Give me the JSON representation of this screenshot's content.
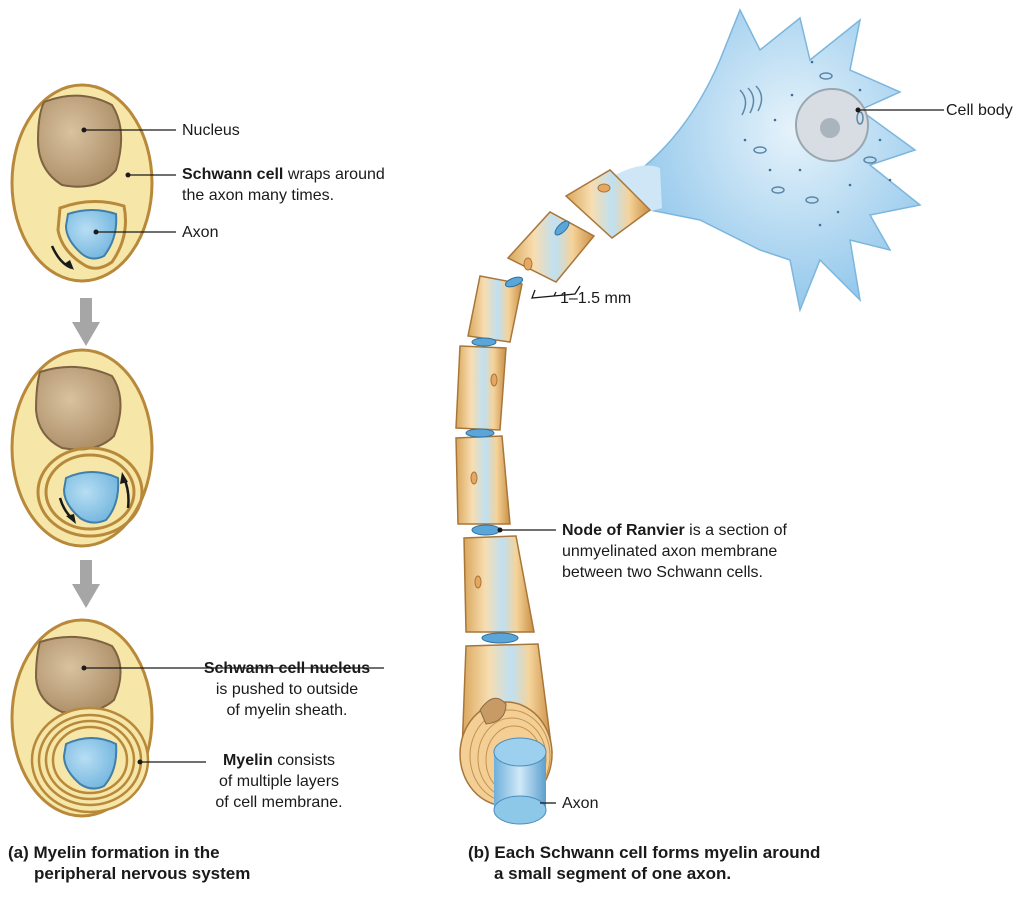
{
  "panel_a": {
    "labels": {
      "nucleus": "Nucleus",
      "schwann_bold": "Schwann cell",
      "schwann_rest_1": " wraps around",
      "schwann_rest_2": "the axon many times.",
      "axon": "Axon",
      "snucleus_bold": "Schwann cell nucleus",
      "snucleus_rest_1": "is pushed to outside",
      "snucleus_rest_2": "of myelin sheath.",
      "myelin_bold": "Myelin",
      "myelin_rest_1": " consists",
      "myelin_rest_2": "of multiple layers",
      "myelin_rest_3": "of cell membrane."
    },
    "caption_line1": "(a) Myelin formation in the",
    "caption_line2": "peripheral nervous system"
  },
  "panel_b": {
    "labels": {
      "cell_body": "Cell body",
      "segment_length": "1–1.5 mm",
      "node_bold": "Node of Ranvier",
      "node_rest_1": " is a section of",
      "node_rest_2": "unmyelinated axon membrane",
      "node_rest_3": "between two Schwann cells.",
      "axon": "Axon"
    },
    "caption_line1": "(b) Each Schwann cell forms myelin around",
    "caption_line2": "a small segment of one axon."
  },
  "colors": {
    "schwann_fill": "#f6e6a8",
    "schwann_stroke": "#b8893a",
    "nucleus_fill": "#c7ab84",
    "axon_fill": "#8ec8e8",
    "cell_body_fill": "#a9d3ef",
    "sheath_fill": "#efc98a",
    "node_fill": "#5aa6d8",
    "arrow_gray": "#a6a6a6"
  }
}
